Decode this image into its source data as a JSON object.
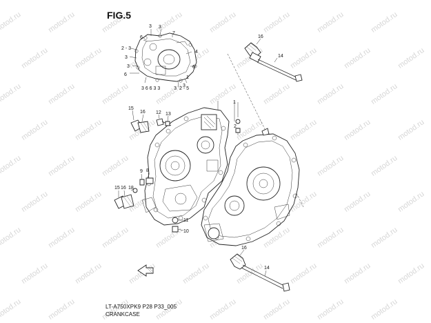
{
  "figure": {
    "title": "FIG.5",
    "code": "LT-A750XPK9 P28 P33_005",
    "section": "CRANKCASE"
  },
  "watermark": "motod.ru",
  "callouts": {
    "c1": "3",
    "c2": "3",
    "c3": "7",
    "c4": "6",
    "c5": "2 - 3",
    "c6": "3",
    "c7": "3",
    "c8": "6",
    "c9": "4",
    "c10": "6",
    "c11": "3",
    "c12": "1",
    "c13": "3 6 6 3 3",
    "c14": "3",
    "c15": "2 - 5",
    "c16": "16",
    "c17": "14",
    "c18": "1",
    "c19": "2",
    "c20": "15",
    "c21": "16",
    "c22": "12",
    "c23": "13",
    "c24": "15",
    "c25": "16",
    "c26": "18",
    "c27": "9",
    "c28": "8",
    "c29": "11",
    "c30": "10",
    "c31": "16",
    "c32": "14"
  }
}
